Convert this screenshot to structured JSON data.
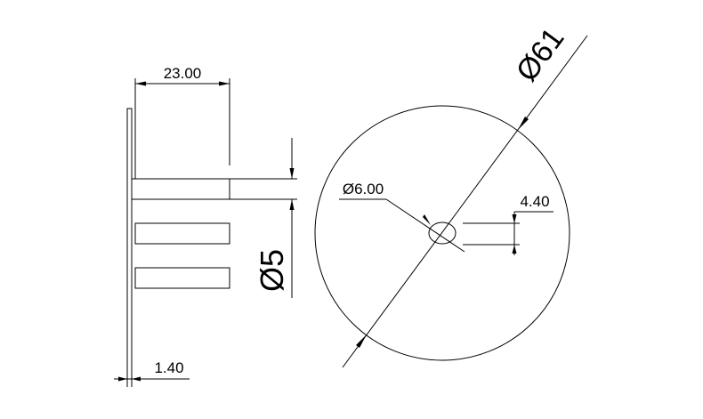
{
  "dimensions": {
    "shaft_length": "23.00",
    "plate_thickness": "1.40",
    "outer_diameter": "Ø61",
    "hole_diameter": "Ø6.00",
    "hole_offset": "4.40",
    "pin_diameter": "Ø5"
  },
  "colors": {
    "line": "#000000",
    "background": "#ffffff"
  }
}
